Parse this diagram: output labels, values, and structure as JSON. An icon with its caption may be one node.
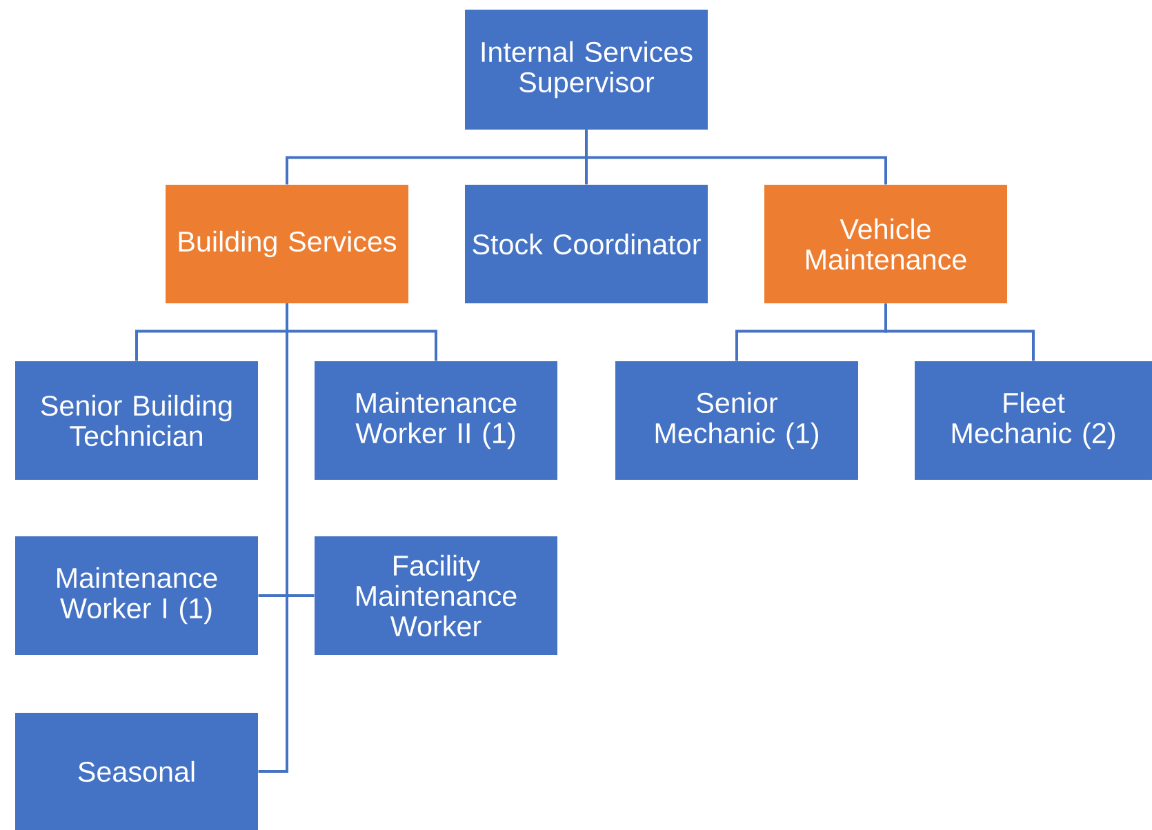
{
  "diagram": {
    "nodes": [
      {
        "text": [
          "Internal Services Supervisor"
        ]
      },
      {
        "text": [
          "Building Services"
        ]
      },
      {
        "text": [
          "Stock Coordinator"
        ]
      },
      {
        "text": [
          "Vehicle Maintenance"
        ]
      },
      {
        "text": [
          "Senior Building Technician"
        ]
      },
      {
        "text": [
          "Maintenance Worker II (1)"
        ]
      },
      {
        "text": [
          "Maintenance Worker I (1)"
        ]
      },
      {
        "text": [
          "Facility Maintenance Worker"
        ]
      },
      {
        "text": [
          "Seasonal"
        ]
      },
      {
        "text": [
          "Senior Mechanic (1)"
        ]
      },
      {
        "text": [
          "Fleet Mechanic (2)"
        ]
      }
    ],
    "edges": [
      {
        "from": 0,
        "to": 1,
        "arrow": "none"
      },
      {
        "from": 0,
        "to": 2,
        "arrow": "none"
      },
      {
        "from": 0,
        "to": 3,
        "arrow": "none"
      },
      {
        "from": 1,
        "to": 4,
        "arrow": "none"
      },
      {
        "from": 1,
        "to": 5,
        "arrow": "none"
      },
      {
        "from": 1,
        "to": 6,
        "arrow": "none"
      },
      {
        "from": 1,
        "to": 7,
        "arrow": "none"
      },
      {
        "from": 1,
        "to": 8,
        "arrow": "none"
      },
      {
        "from": 3,
        "to": 9,
        "arrow": "none"
      },
      {
        "from": 3,
        "to": 10,
        "arrow": "none"
      }
    ]
  }
}
